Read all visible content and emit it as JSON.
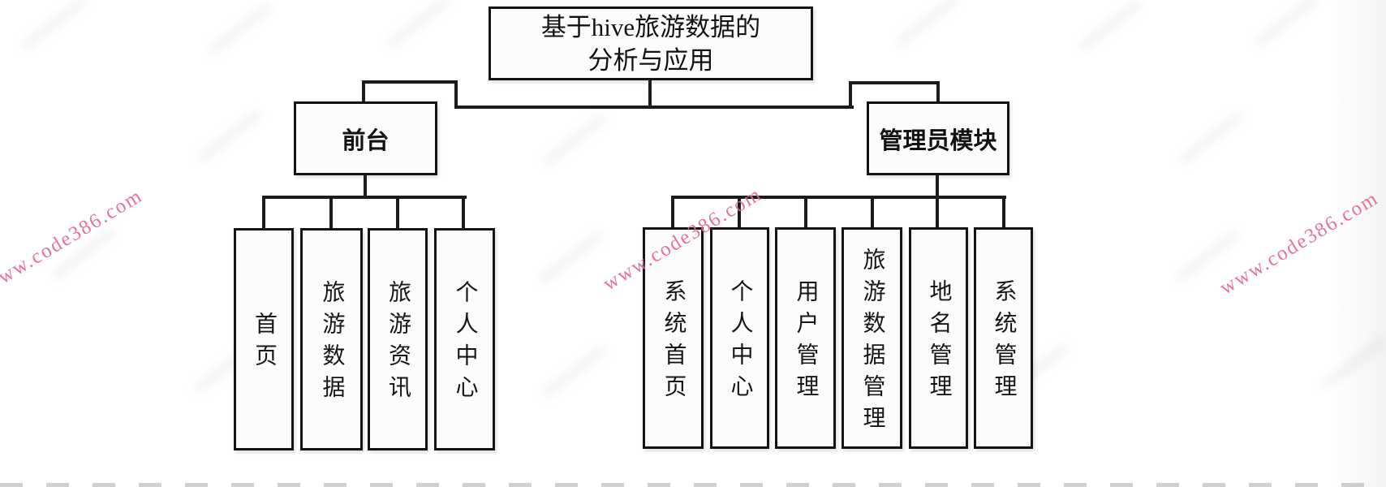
{
  "title": {
    "line1": "基于hive旅游数据的",
    "line2": "分析与应用"
  },
  "frontend": {
    "label": "前台",
    "children": [
      "首页",
      "旅游数据",
      "旅游资讯",
      "个人中心"
    ]
  },
  "admin": {
    "label": "管理员模块",
    "children": [
      "系统首页",
      "个人中心",
      "用户管理",
      "旅游数据管理",
      "地名管理",
      "系统管理"
    ]
  },
  "watermark": {
    "text": "www.code386.com"
  },
  "colors": {
    "watermark-color": "#e4688a",
    "line-color": "#1b1b1b"
  }
}
